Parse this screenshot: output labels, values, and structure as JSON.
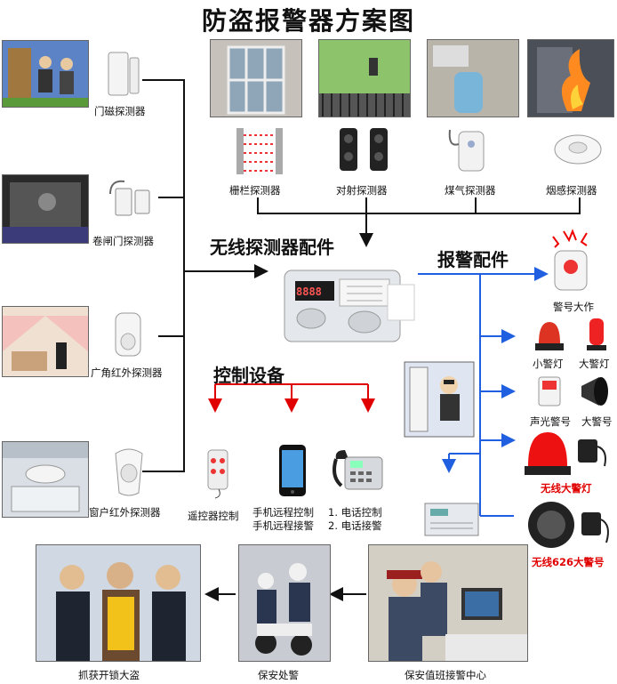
{
  "title": "防盗报警器方案图",
  "sections": {
    "wireless": "无线探测器配件",
    "alarm": "报警配件",
    "control": "控制设备"
  },
  "left_detectors": [
    "门磁探测器",
    "卷闸门探测器",
    "广角红外探测器",
    "窗户红外探测器"
  ],
  "top_detectors": [
    "栅栏探测器",
    "对射探测器",
    "煤气探测器",
    "烟感探测器"
  ],
  "alarm_items": {
    "siren_main": "警号大作",
    "small_light": "小警灯",
    "big_light": "大警灯",
    "sound_light": "声光警号",
    "big_siren": "大警号",
    "wireless_light": "无线大警灯",
    "wireless_626": "无线626大警号"
  },
  "control_items": {
    "remote": "遥控器控制",
    "mobile_1": "手机远程控制",
    "mobile_2": "手机远程接警",
    "phone_1": "1. 电话控制",
    "phone_2": "2. 电话接警"
  },
  "bottom": {
    "catch": "抓获开锁大盗",
    "guard": "保安处警",
    "center": "保安值班接警中心"
  },
  "panel_display": "8888",
  "colors": {
    "blue": "#1f5fe0",
    "red": "#e00000",
    "black": "#111111"
  }
}
